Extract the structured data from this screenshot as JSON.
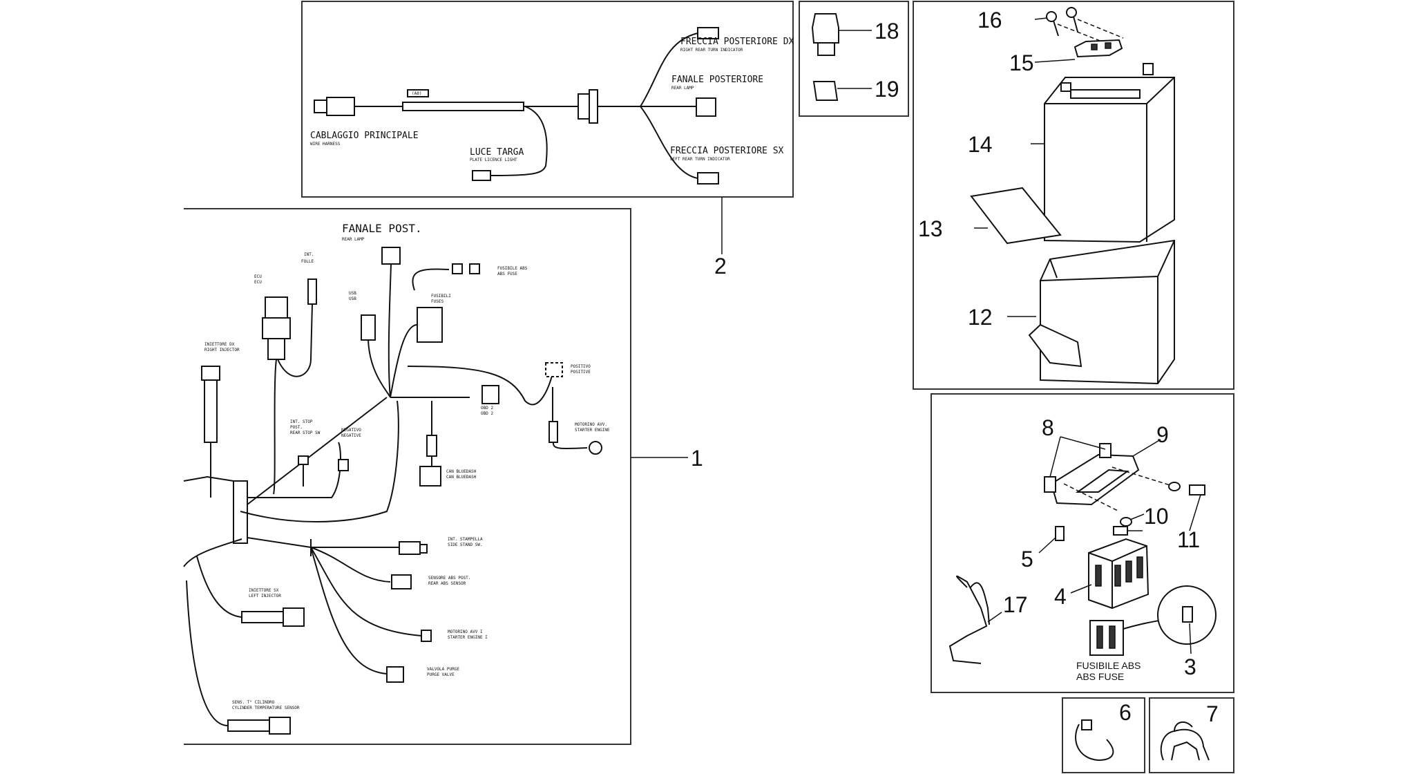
{
  "part_numbers": {
    "n1": "1",
    "n2": "2",
    "n3": "3",
    "n4": "4",
    "n5": "5",
    "n6": "6",
    "n7": "7",
    "n8": "8",
    "n9": "9",
    "n10": "10",
    "n11": "11",
    "n12": "12",
    "n13": "13",
    "n14": "14",
    "n15": "15",
    "n16": "16",
    "n17": "17",
    "n18": "18",
    "n19": "19"
  },
  "top_harness": {
    "right_turn": "FRECCIA POSTERIORE DX",
    "right_turn_sub": "RIGHT REAR TURN INDICATOR",
    "rear_lamp": "FANALE POSTERIORE",
    "rear_lamp_sub": "REAR LAMP",
    "main_harness": "CABLAGGIO PRINCIPALE",
    "main_harness_sub": "WIRE HARNESS",
    "plate_light": "LUCE TARGA",
    "plate_light_sub": "PLATE LICENCE LIGHT",
    "left_turn": "FRECCIA POSTERIORE SX",
    "left_turn_sub": "LEFT REAR TURN INDICATOR",
    "tag": "(A8)"
  },
  "main_harness": {
    "title": "FANALE POST.",
    "title_sub": "REAR LAMP",
    "int_folle": "INT.",
    "int_folle_2": "FOLLE",
    "ecu": "ECU",
    "ecu_sub": "ECU",
    "usb": "USB",
    "usb_sub": "USB",
    "fusibile_abs": "FUSIBILE ABS",
    "fusibile_abs_sub": "ABS FUSE",
    "fusibili": "FUSIBILI",
    "fusibili_sub": "FUSES",
    "iniettore_dx": "INIETTORE DX",
    "iniettore_dx_sub": "RIGHT INJECTOR",
    "positivo": "POSITIVO",
    "positivo_sub": "POSITIVE",
    "obd": "OBD 2",
    "obd_sub": "OBD 2",
    "int_stop": "INT. STOP",
    "int_stop_2": "POST.",
    "int_stop_sub": "REAR STOP SW",
    "negativo": "NEGATIVO",
    "negativo_sub": "NEGATIVE",
    "motorino": "MOTORINO AVV.",
    "motorino_sub": "STARTER ENGINE",
    "can": "CAN BLUEDASH",
    "can_sub": "CAN BLUEDASH",
    "stampella": "INT. STAMPELLA",
    "stampella_sub": "SIDE STAND SW.",
    "sensore_abs": "SENSORE ABS POST.",
    "sensore_abs_sub": "REAR ABS SENSOR",
    "iniettore_sx": "INIETTORE SX",
    "iniettore_sx_sub": "LEFT INJECTOR",
    "motorino1": "MOTORINO AVV I",
    "motorino1_sub": "STARTER ENGINE I",
    "valvola": "VALVOLA PURGE",
    "valvola_sub": "PURGE VALVE",
    "sens_temp": "SENS. T° CILINDRO",
    "sens_temp_sub": "CYLINDER TEMPERATURE SENSOR"
  },
  "fuse_caption": {
    "line1": "FUSIBILE ABS",
    "line2": "ABS FUSE"
  }
}
